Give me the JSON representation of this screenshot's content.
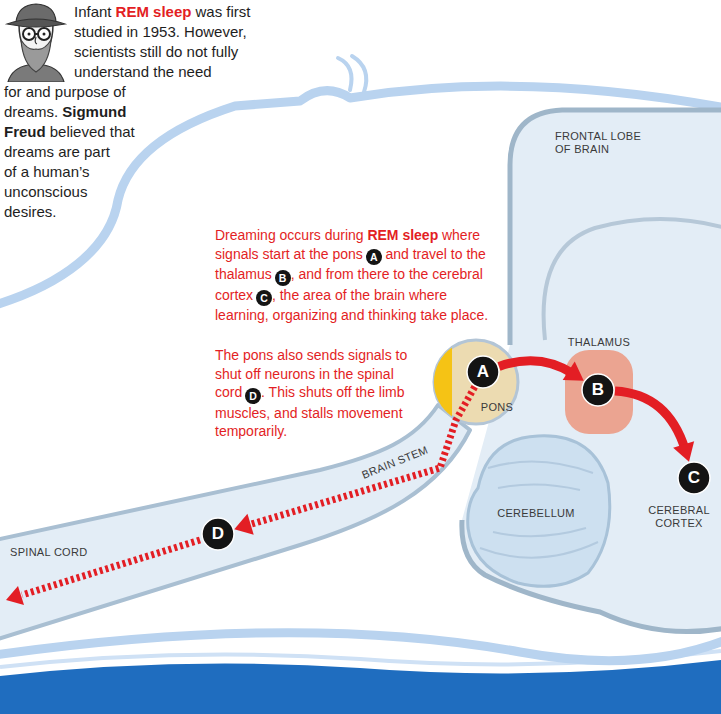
{
  "diagram": {
    "nodes": [
      {
        "text": [
          "PONS"
        ]
      },
      {
        "text": [
          "A"
        ],
        "in": 0
      },
      {
        "text": [
          "THALAMUS"
        ]
      },
      {
        "text": [
          "B"
        ],
        "in": 2
      },
      {
        "text": [
          "C"
        ]
      },
      {
        "text": [
          "CEREBELLUM"
        ]
      },
      {
        "text": [
          "D"
        ]
      }
    ],
    "edges": [
      {
        "from": 1,
        "to": 3,
        "arrow": "to"
      },
      {
        "from": 3,
        "to": 4,
        "arrow": "to"
      },
      {
        "from": 1,
        "to": 6,
        "arrow": "to"
      }
    ],
    "labels": [
      "Infant",
      "REM sleep",
      "was first studied in 1953. However, scientists still do not fully understand the need for and purpose of dreams.",
      "Sigmund Freud",
      "believed that dreams are part of a human’s unconscious desires.",
      "FRONTAL LOBE OF BRAIN",
      "Dreaming occurs during",
      "REM sleep",
      "where signals start at the pons",
      "A",
      "and travel to the thalamus",
      "B",
      ", and from there to the cerebral cortex",
      "C",
      ", the area of the brain where learning, organizing and thinking take place.",
      "The pons also sends signals to shut off neurons in the spinal cord",
      "D",
      ". This shuts off the limb muscles, and stalls movement temporarily.",
      "BRAIN STEM",
      "SPINAL CORD",
      "CEREBRAL CORTEX"
    ]
  }
}
